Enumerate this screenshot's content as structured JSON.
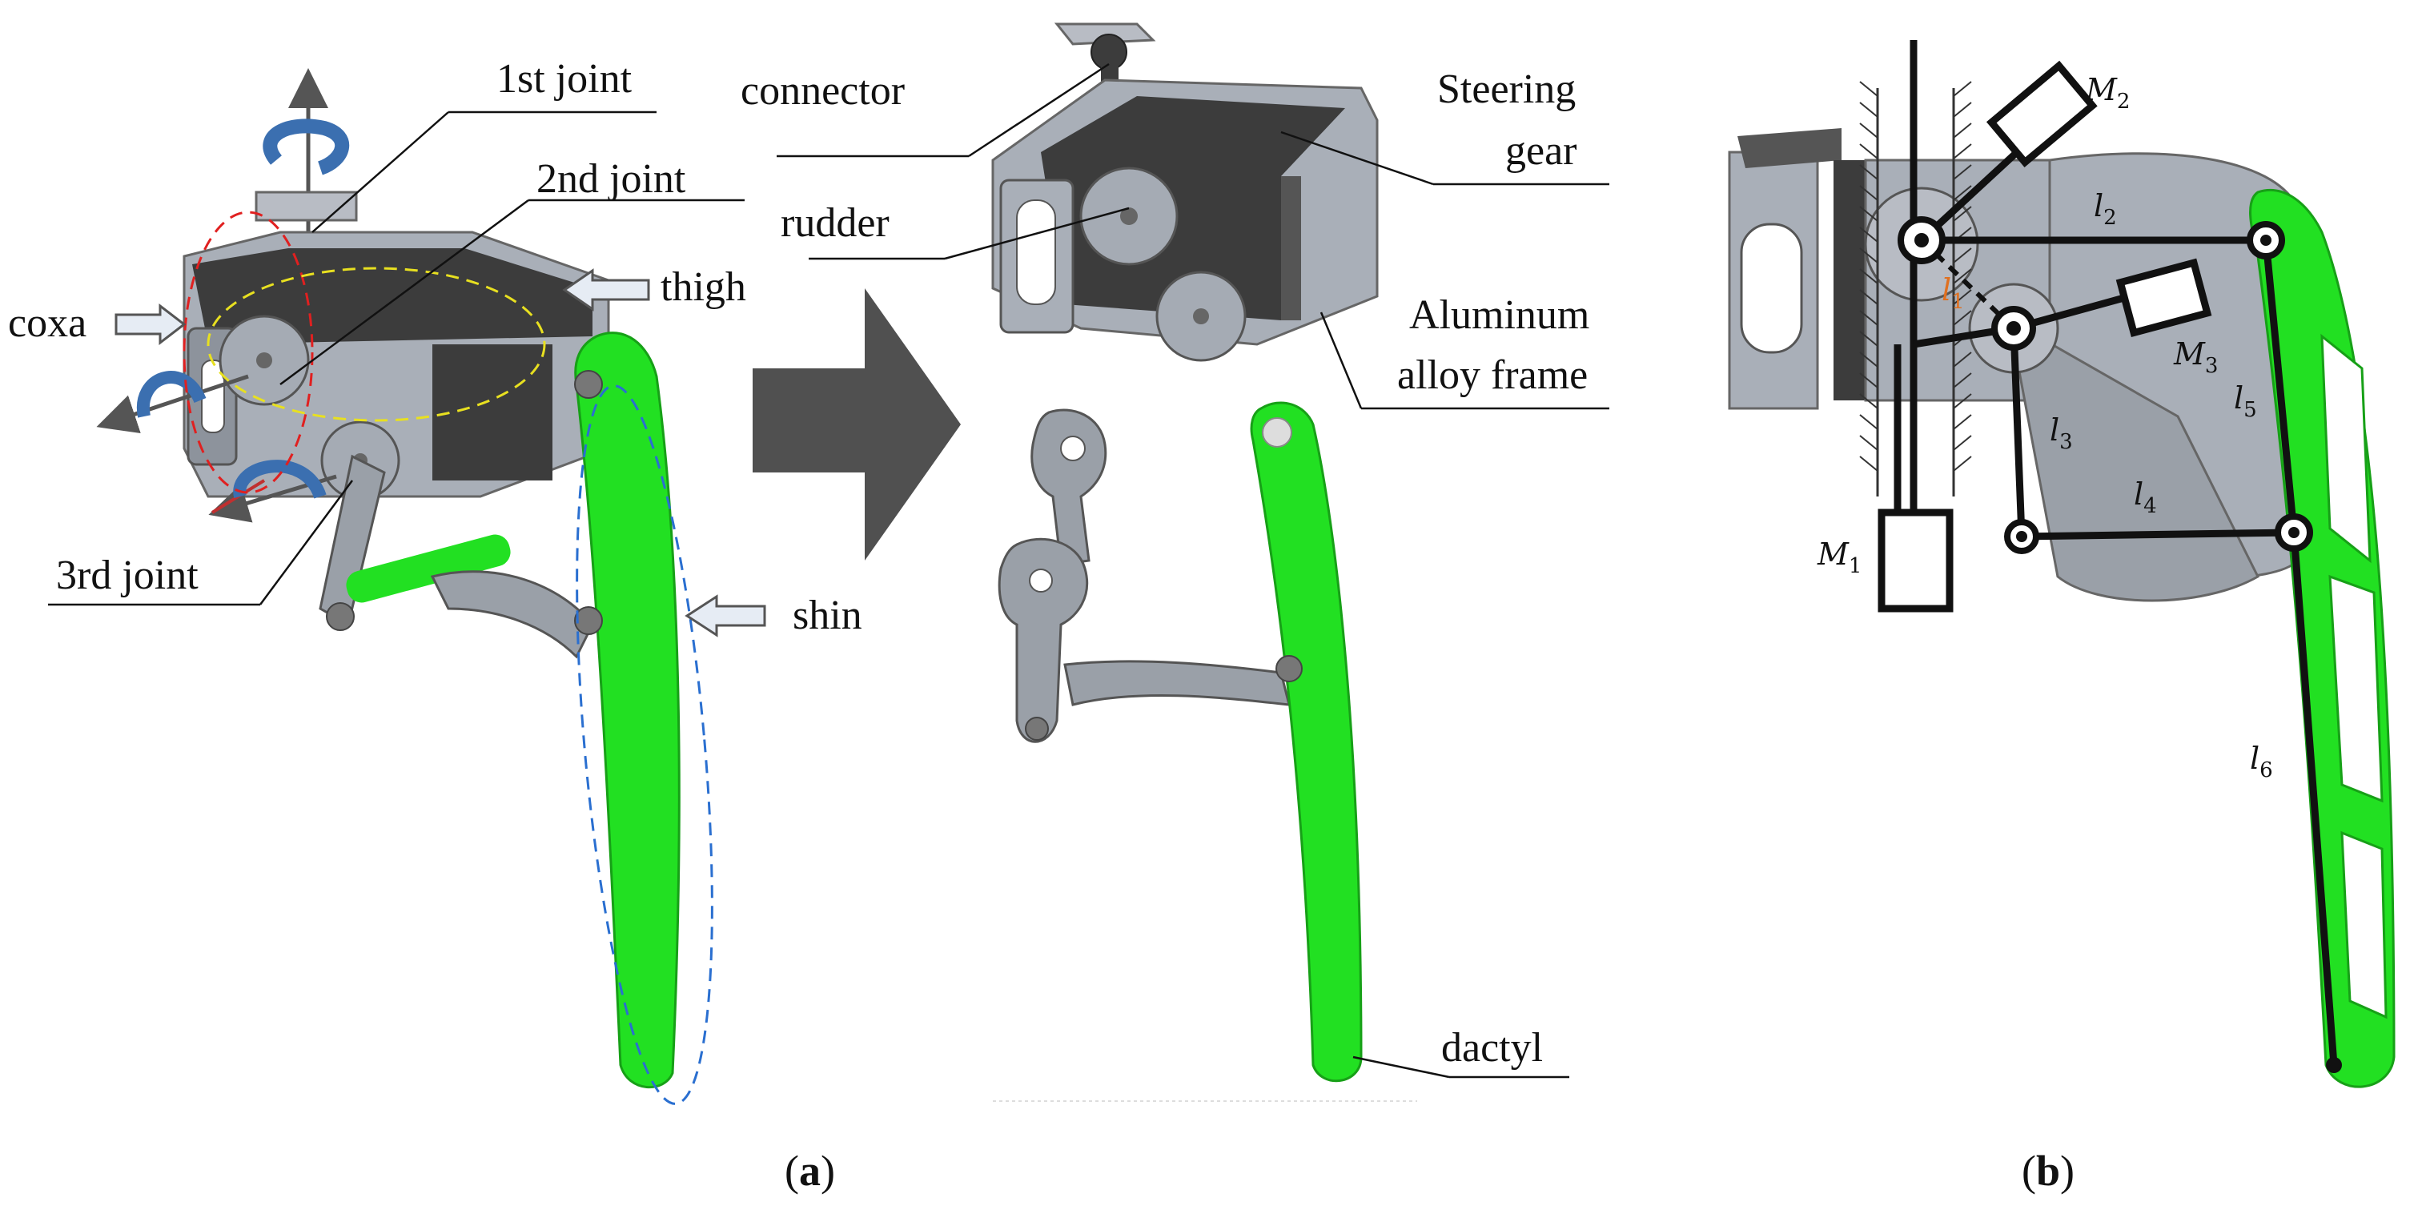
{
  "labels": {
    "first_joint": "1st joint",
    "second_joint": "2nd joint",
    "third_joint": "3rd joint",
    "coxa": "coxa",
    "thigh": "thigh",
    "shin": "shin",
    "connector": "connector",
    "rudder": "rudder",
    "steering_gear_1": "Steering",
    "steering_gear_2": "gear",
    "frame_1": "Aluminum",
    "frame_2": "alloy frame",
    "dactyl": "dactyl"
  },
  "panels": {
    "a": "a",
    "b": "b"
  },
  "symbols": {
    "M1": {
      "base": "M",
      "sub": "1"
    },
    "M2": {
      "base": "M",
      "sub": "2"
    },
    "M3": {
      "base": "M",
      "sub": "3"
    },
    "l1": {
      "base": "l",
      "sub": "1"
    },
    "l2": {
      "base": "l",
      "sub": "2"
    },
    "l3": {
      "base": "l",
      "sub": "3"
    },
    "l4": {
      "base": "l",
      "sub": "4"
    },
    "l5": {
      "base": "l",
      "sub": "5"
    },
    "l6": {
      "base": "l",
      "sub": "6"
    }
  },
  "colors": {
    "green_link": "#22e022",
    "servo_body": "#3c3c3c",
    "frame_gray": "#a9afb8",
    "coxa_ellipse": "#e02020",
    "thigh_ellipse": "#e8e020",
    "shin_ellipse": "#2a6fd0",
    "rotation_arrow": "#3b6fb0",
    "l1_label": "#e07020"
  }
}
